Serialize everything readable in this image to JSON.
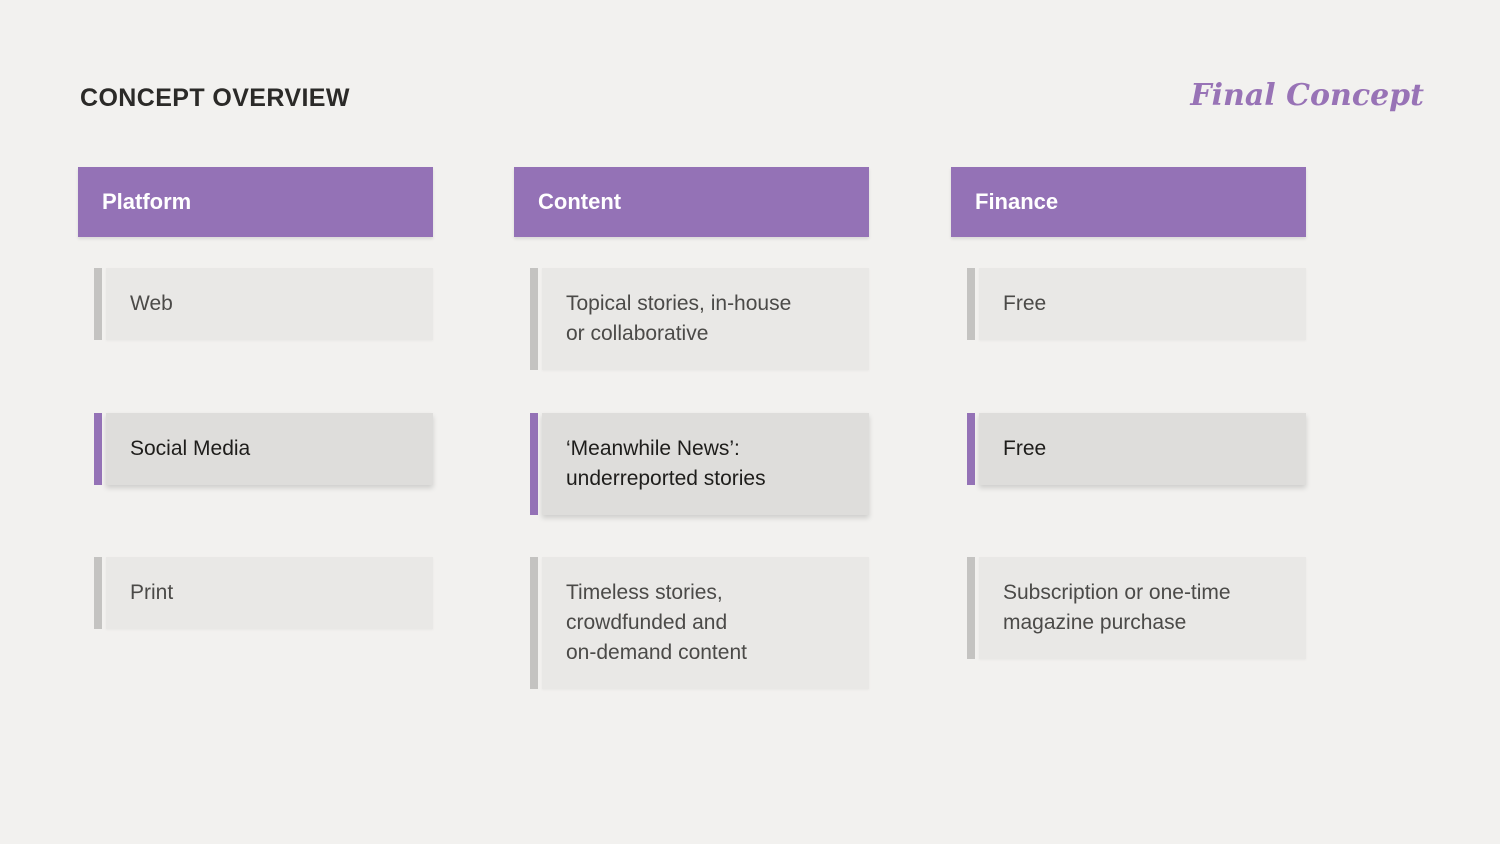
{
  "page": {
    "title": "CONCEPT OVERVIEW",
    "watermark": "Final Concept"
  },
  "colors": {
    "background": "#f2f1ef",
    "accent_purple": "#9472b6",
    "bar_gray": "#c4c3c1",
    "card_bg": "#e9e8e6",
    "card_bg_selected": "#dedddb",
    "header_text": "#ffffff",
    "title_color": "#2b2a28",
    "text_gray": "#4b4a48",
    "text_dark": "#1e1d1b",
    "watermark_purple": "#9873b6"
  },
  "columns": [
    {
      "header": "Platform",
      "items": [
        {
          "label": "Web",
          "selected": false
        },
        {
          "label": "Social Media",
          "selected": true
        },
        {
          "label": "Print",
          "selected": false
        }
      ]
    },
    {
      "header": "Content",
      "items": [
        {
          "label": "Topical stories, in-house\nor collaborative",
          "selected": false
        },
        {
          "label": "‘Meanwhile News’:\nunderreported stories",
          "selected": true
        },
        {
          "label": "Timeless stories,\ncrowdfunded and\non-demand content",
          "selected": false
        }
      ]
    },
    {
      "header": "Finance",
      "items": [
        {
          "label": "Free",
          "selected": false
        },
        {
          "label": "Free",
          "selected": true
        },
        {
          "label": "Subscription or one-time\nmagazine purchase",
          "selected": false
        }
      ]
    }
  ]
}
